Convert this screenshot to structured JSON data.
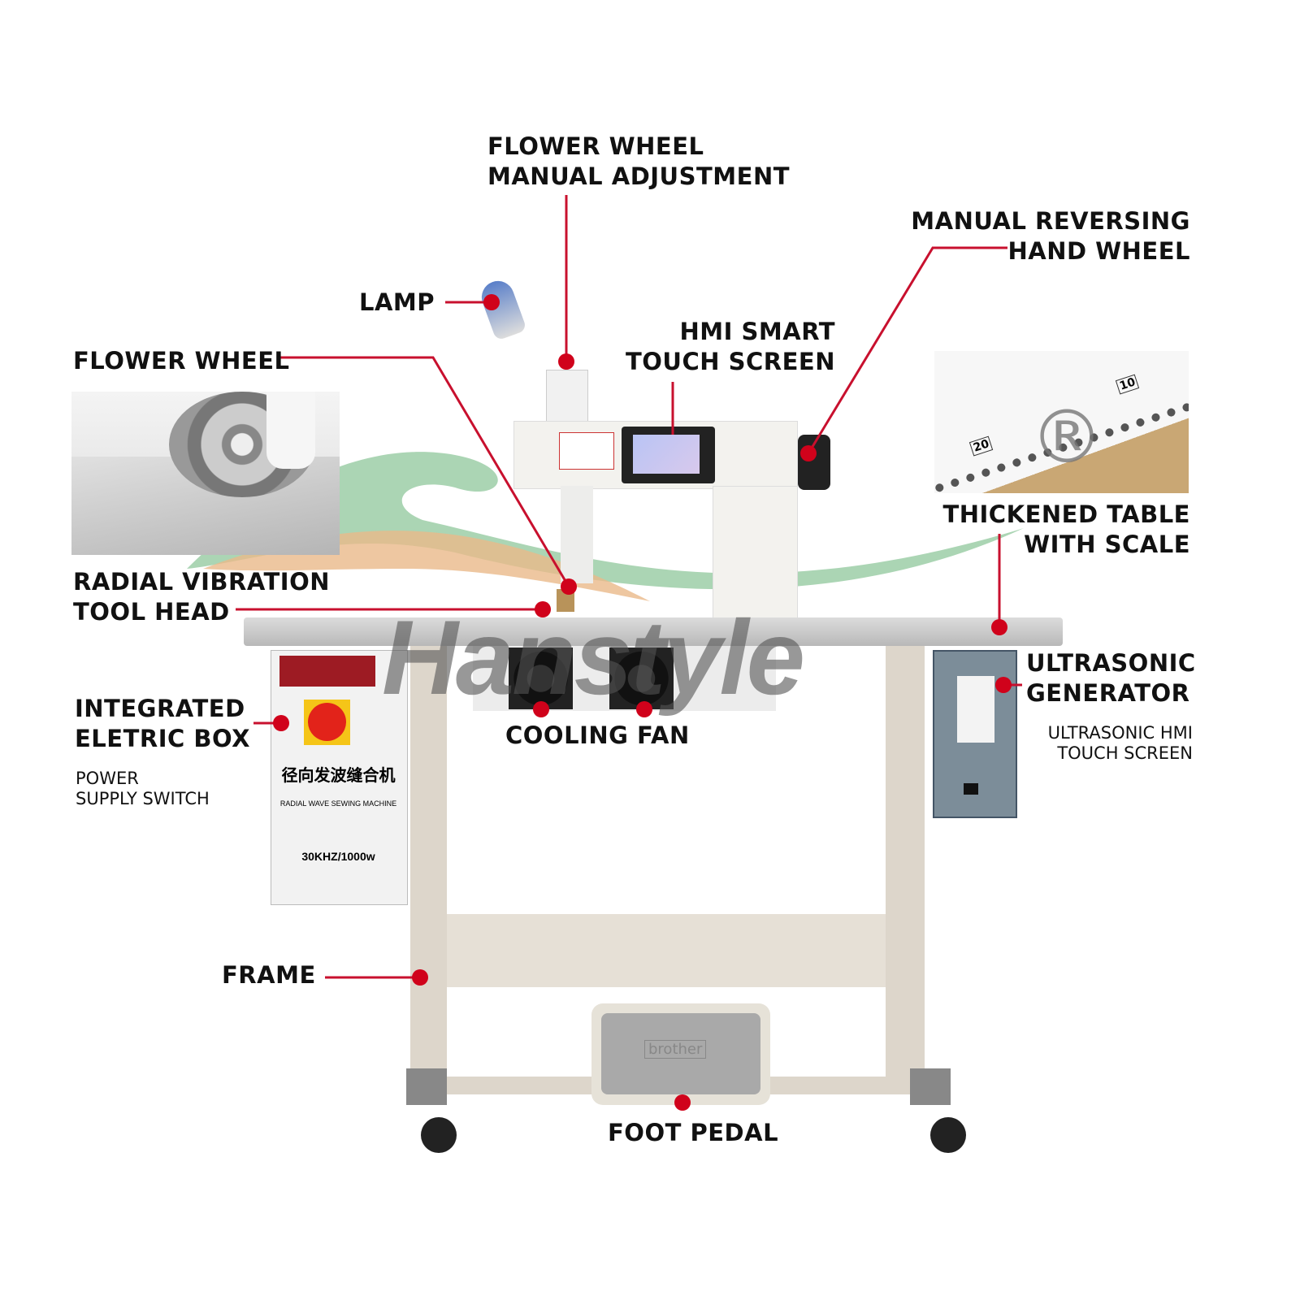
{
  "watermark": "Hanstyle",
  "labels": {
    "flower_wheel_manual_adjustment": [
      "FLOWER WHEEL",
      "MANUAL ADJUSTMENT"
    ],
    "manual_reversing_hand_wheel": [
      "MANUAL REVERSING",
      "HAND WHEEL"
    ],
    "lamp": "LAMP",
    "hmi_smart_touch_screen": [
      "HMI SMART",
      "TOUCH SCREEN"
    ],
    "flower_wheel": "FLOWER WHEEL",
    "thickened_table_with_scale": [
      "THICKENED TABLE",
      "WITH SCALE"
    ],
    "radial_vibration_tool_head": [
      "RADIAL VIBRATION",
      "TOOL HEAD"
    ],
    "ultrasonic_generator": [
      "ULTRASONIC",
      "GENERATOR"
    ],
    "ultrasonic_hmi_touch_screen": [
      "ULTRASONIC HMI",
      "TOUCH SCREEN"
    ],
    "integrated_electric_box": [
      "INTEGRATED",
      "ELETRIC BOX"
    ],
    "power_supply_switch": [
      "POWER",
      "SUPPLY SWITCH"
    ],
    "cooling_fan": "COOLING FAN",
    "frame": "FRAME",
    "foot_pedal": "FOOT PEDAL"
  },
  "electric_box": {
    "title_cn": "径向发波缝合机",
    "title_en": "RADIAL WAVE SEWING MACHINE",
    "spec": "30KHZ/1000w"
  },
  "table_scale": {
    "marks": [
      "20",
      "10"
    ],
    "registered": "®"
  },
  "pedal_brand": "brother",
  "colors": {
    "accent": "#c8102e",
    "swoosh_green": "#8fc79b",
    "swoosh_orange": "#eab98a",
    "frame": "#d9d3c9"
  }
}
